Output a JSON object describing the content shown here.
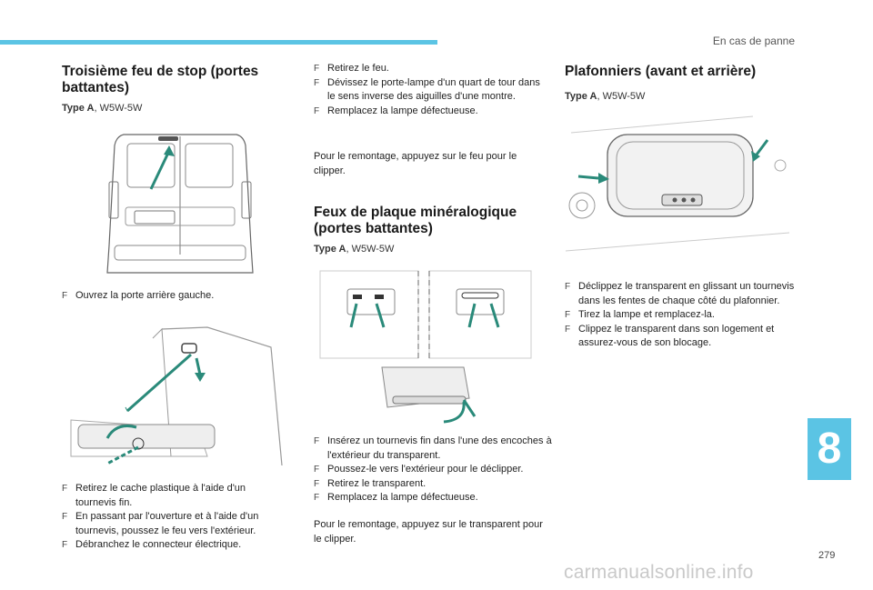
{
  "header": {
    "section": "En cas de panne"
  },
  "section1": {
    "title_line1": "Troisième feu de stop (portes",
    "title_line2": "battantes)",
    "type_label": "Type A",
    "type_value": ", W5W-5W",
    "step_a": "Ouvrez la porte arrière gauche.",
    "steps_b": [
      "Retirez le cache plastique à l'aide d'un tournevis fin.",
      "En passant par l'ouverture et à l'aide d'un tournevis, poussez le feu vers l'extérieur.",
      "Débranchez le connecteur électrique."
    ]
  },
  "section1_cont": {
    "steps": [
      "Retirez le feu.",
      "Dévissez le porte-lampe d'un quart de tour dans le sens inverse des aiguilles d'une montre.",
      "Remplacez la lampe défectueuse."
    ],
    "note": "Pour le remontage, appuyez sur le feu pour le clipper."
  },
  "section2": {
    "title_line1": "Feux de plaque minéralogique",
    "title_line2": "(portes battantes)",
    "type_label": "Type A",
    "type_value": ", W5W-5W",
    "steps": [
      "Insérez un tournevis fin dans l'une des encoches à l'extérieur du transparent.",
      "Poussez-le vers l'extérieur pour le déclipper.",
      "Retirez le transparent.",
      "Remplacez la lampe défectueuse."
    ],
    "note": "Pour le remontage, appuyez sur le transparent pour le clipper."
  },
  "section3": {
    "title": "Plafonniers (avant et arrière)",
    "type_label": "Type A",
    "type_value": ", W5W-5W",
    "steps": [
      "Déclippez le transparent en glissant un tournevis dans les fentes de chaque côté du plafonnier.",
      "Tirez la lampe et remplacez-la.",
      "Clippez le transparent dans son logement et assurez-vous de son blocage."
    ]
  },
  "chapter_number": "8",
  "page_number": "279",
  "watermark": "carmanualsonline.info",
  "colors": {
    "accent": "#5bc4e4",
    "arrow": "#2a8a7a"
  }
}
